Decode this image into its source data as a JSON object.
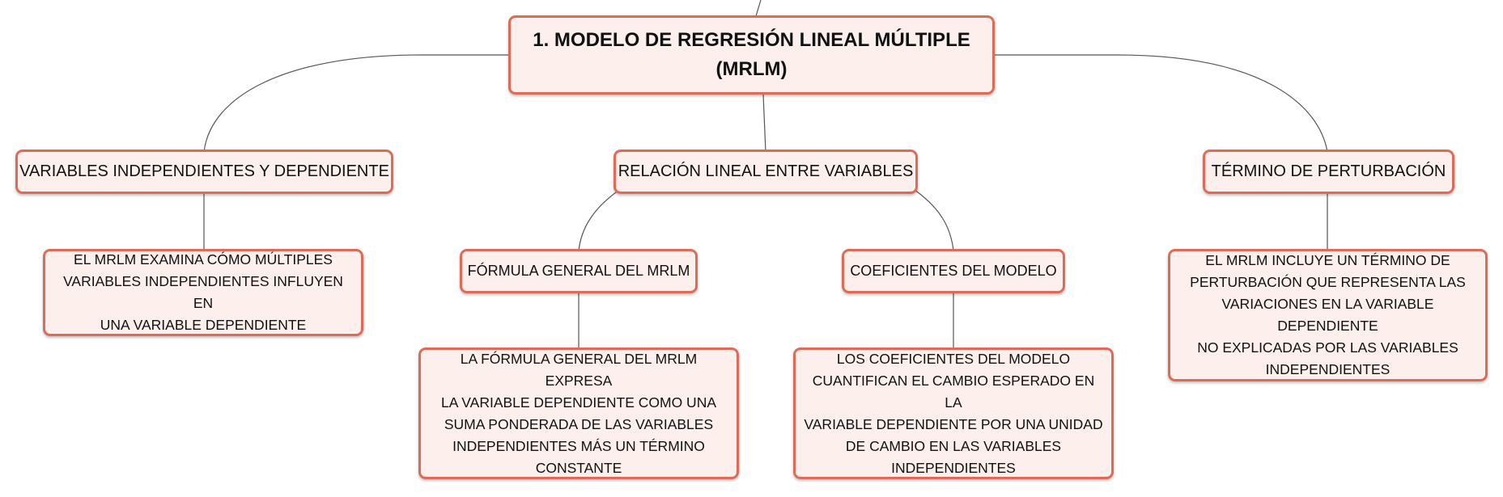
{
  "root": {
    "line1": "1. MODELO DE REGRESIÓN LINEAL MÚLTIPLE",
    "line2": "(MRLM)"
  },
  "topics": [
    {
      "label": "VARIABLES INDEPENDIENTES Y DEPENDIENTE"
    },
    {
      "label": "RELACIÓN LINEAL ENTRE VARIABLES"
    },
    {
      "label": "TÉRMINO DE PERTURBACIÓN"
    }
  ],
  "subtopics": [
    {
      "label": "FÓRMULA GENERAL DEL MRLM"
    },
    {
      "label": "COEFICIENTES DEL MODELO"
    }
  ],
  "leaves": {
    "variables": {
      "lines": [
        "EL MRLM EXAMINA CÓMO MÚLTIPLES",
        "VARIABLES INDEPENDIENTES INFLUYEN EN",
        "UNA VARIABLE DEPENDIENTE"
      ]
    },
    "formula": {
      "lines": [
        "LA FÓRMULA GENERAL DEL MRLM EXPRESA",
        "LA VARIABLE DEPENDIENTE COMO UNA",
        "SUMA PONDERADA DE LAS VARIABLES",
        "INDEPENDIENTES MÁS UN TÉRMINO",
        "CONSTANTE"
      ]
    },
    "coeficientes": {
      "lines": [
        "LOS COEFICIENTES DEL MODELO",
        "CUANTIFICAN EL CAMBIO ESPERADO EN LA",
        "VARIABLE DEPENDIENTE POR UNA UNIDAD",
        "DE CAMBIO EN LAS VARIABLES",
        "INDEPENDIENTES"
      ]
    },
    "perturbacion": {
      "lines": [
        "EL MRLM INCLUYE UN TÉRMINO DE",
        "PERTURBACIÓN QUE REPRESENTA LAS",
        "VARIACIONES EN LA VARIABLE DEPENDIENTE",
        "NO EXPLICADAS POR LAS VARIABLES",
        "INDEPENDIENTES"
      ]
    }
  },
  "colors": {
    "node_fill": "#fdf0ec",
    "node_border": "#e06a58",
    "connector": "#555555"
  }
}
